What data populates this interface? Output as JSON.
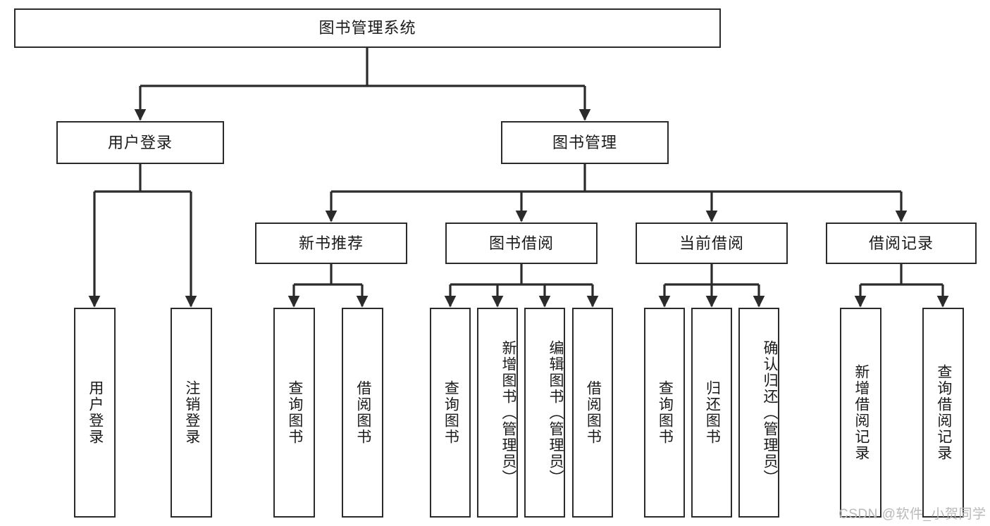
{
  "diagram": {
    "title": "图书管理系统",
    "type": "hierarchy-tree",
    "watermark": "CSDN @软件_小贺同学",
    "colors": {
      "stroke": "#2b2b2b",
      "fill": "#ffffff",
      "text": "#1a1a1a",
      "watermark": "#b9b9b9"
    },
    "levels": {
      "root": {
        "label": "图书管理系统"
      },
      "level2": [
        {
          "label": "用户登录"
        },
        {
          "label": "图书管理"
        }
      ],
      "level3": [
        {
          "label": "新书推荐"
        },
        {
          "label": "图书借阅"
        },
        {
          "label": "当前借阅"
        },
        {
          "label": "借阅记录"
        }
      ],
      "leaves": {
        "user_login": [
          {
            "label": "用户登录"
          },
          {
            "label": "注销登录"
          }
        ],
        "new_book_recommend": [
          {
            "label": "查询图书"
          },
          {
            "label": "借阅图书"
          }
        ],
        "book_borrow": [
          {
            "label": "查询图书"
          },
          {
            "label": "新增图书（管理员）"
          },
          {
            "label": "编辑图书（管理员）"
          },
          {
            "label": "借阅图书"
          }
        ],
        "current_borrow": [
          {
            "label": "查询图书"
          },
          {
            "label": "归还图书"
          },
          {
            "label": "确认归还（管理员）"
          }
        ],
        "borrow_record": [
          {
            "label": "新增借阅记录"
          },
          {
            "label": "查询借阅记录"
          }
        ]
      }
    }
  }
}
